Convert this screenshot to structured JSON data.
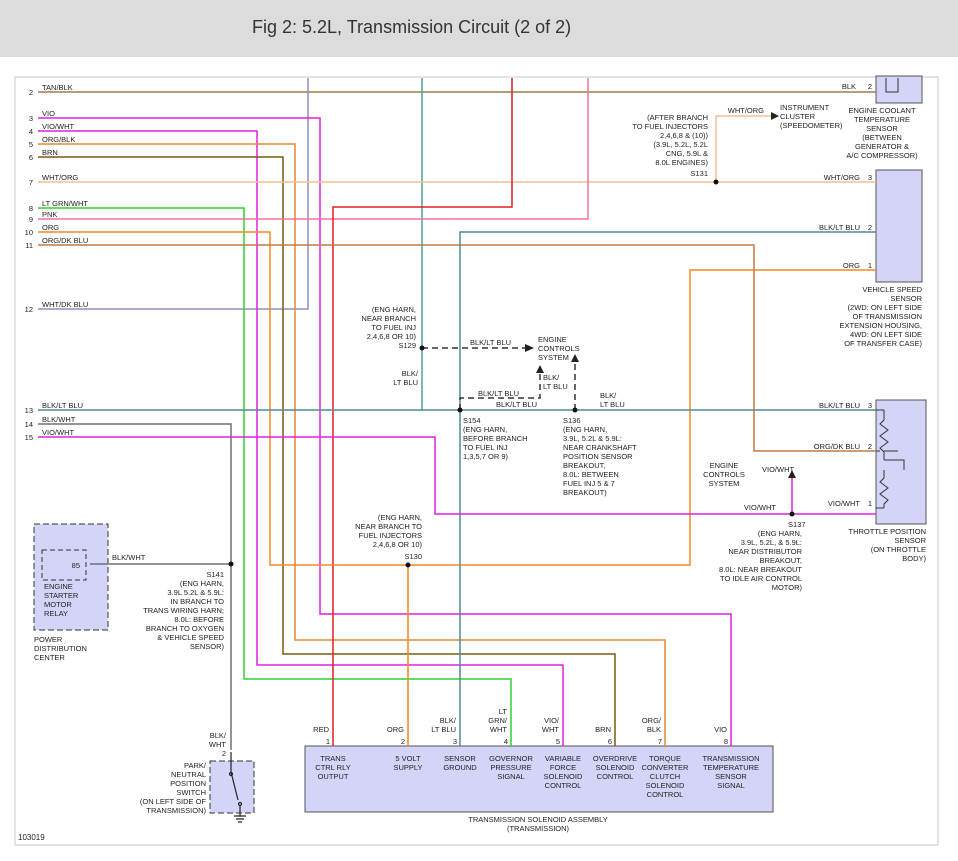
{
  "title": "Fig 2: 5.2L, Transmission Circuit (2 of 2)",
  "figure_number": "103019",
  "colors": {
    "tan_blk": "#a07a50",
    "vio": "#e020e0",
    "org_blk": "#e08a30",
    "brn": "#7a5a10",
    "wht_org": "#f0c090",
    "lt_grn_wht": "#30d030",
    "pnk": "#f070a0",
    "org": "#f08a20",
    "org_dk_blu": "#c07a40",
    "wht_dk_blu": "#9090c0",
    "blk_lt_blu": "#508a98",
    "blk_wht": "#707070",
    "red": "#e02020",
    "teal": "#50a0a0",
    "component": "#d4d4f8"
  },
  "left_wires": [
    {
      "num": "2",
      "label": "TAN/BLK"
    },
    {
      "num": "3",
      "label": "VIO"
    },
    {
      "num": "4",
      "label": "VIO/WHT"
    },
    {
      "num": "5",
      "label": "ORG/BLK"
    },
    {
      "num": "6",
      "label": "BRN"
    },
    {
      "num": "7",
      "label": "WHT/ORG"
    },
    {
      "num": "8",
      "label": "LT GRN/WHT"
    },
    {
      "num": "9",
      "label": "PNK"
    },
    {
      "num": "10",
      "label": "ORG"
    },
    {
      "num": "11",
      "label": "ORG/DK BLU"
    },
    {
      "num": "12",
      "label": "WHT/DK BLU"
    },
    {
      "num": "13",
      "label": "BLK/LT BLU"
    },
    {
      "num": "14",
      "label": "BLK/WHT"
    },
    {
      "num": "15",
      "label": "VIO/WHT"
    }
  ],
  "ect_sensor": {
    "wire_label": "BLK",
    "pin": "2",
    "lines": [
      "ENGINE COOLANT",
      "TEMPERATURE",
      "SENSOR",
      "(BETWEEN",
      "GENERATOR &",
      "A/C COMPRESSOR)"
    ]
  },
  "instrument_cluster": {
    "wire_label": "WHT/ORG",
    "lines": [
      "INSTRUMENT",
      "CLUSTER",
      "(SPEEDOMETER)"
    ]
  },
  "s131": {
    "splice": "S131",
    "note_lines": [
      "(AFTER BRANCH",
      "TO FUEL INJECTORS",
      "2,4,6,8 & (10))",
      "(3.9L, 5.2L, 5.2L",
      "CNG, 5.9L &",
      "8.0L ENGINES)"
    ]
  },
  "vss": {
    "pins": [
      {
        "num": "3",
        "label": "WHT/ORG"
      },
      {
        "num": "2",
        "label": "BLK/LT BLU"
      },
      {
        "num": "1",
        "label": "ORG"
      }
    ],
    "lines": [
      "VEHICLE SPEED",
      "SENSOR",
      "(2WD: ON LEFT SIDE",
      "OF TRANSMISSION",
      "EXTENSION HOUSING,",
      "4WD: ON LEFT SIDE",
      "OF TRANSFER CASE)"
    ]
  },
  "s129": {
    "splice": "S129",
    "note_lines": [
      "(ENG HARN,",
      "NEAR BRANCH",
      "TO FUEL INJ",
      "2,4,6,8 OR 10)"
    ],
    "wire_label": "BLK/LT BLU",
    "wire_label_lower": [
      "BLK/",
      "LT BLU"
    ]
  },
  "ecs_top": {
    "lines": [
      "ENGINE",
      "CONTROLS",
      "SYSTEM"
    ]
  },
  "s154": {
    "splice": "S154",
    "note_lines": [
      "(ENG HARN,",
      "BEFORE BRANCH",
      "TO FUEL INJ",
      "1,3,5,7 OR 9)"
    ],
    "wire_label_a": "BLK/LT BLU",
    "wire_label_b": "BLK/LT BLU"
  },
  "s136": {
    "splice": "S136",
    "note_lines": [
      "(ENG HARN,",
      "3.9L, 5.2L & 5.9L:",
      "NEAR CRANKSHAFT",
      "POSITION SENSOR",
      "BREAKOUT,",
      "8.0L: BETWEEN",
      "FUEL INJ 5 & 7",
      "BREAKOUT)"
    ],
    "wire_label": [
      "BLK/",
      "LT BLU"
    ],
    "wire_label_right": [
      "BLK/",
      "LT BLU"
    ]
  },
  "tps": {
    "pins": [
      {
        "num": "3",
        "label": "BLK/LT BLU"
      },
      {
        "num": "2",
        "label": "ORG/DK BLU"
      },
      {
        "num": "1",
        "label": "VIO/WHT"
      }
    ],
    "lines": [
      "THROTTLE POSITION",
      "SENSOR",
      "(ON THROTTLE",
      "BODY)"
    ]
  },
  "ecs_right": {
    "lines": [
      "ENGINE",
      "CONTROLS",
      "SYSTEM"
    ],
    "wire_label": "VIO/WHT"
  },
  "s137": {
    "splice": "S137",
    "note_lines": [
      "(ENG HARN,",
      "3.9L, 5.2L, & 5.9L:",
      "NEAR DISTRIBUTOR",
      "BREAKOUT,",
      "8.0L: NEAR BREAKOUT",
      "TO IDLE AIR CONTROL",
      "MOTOR)"
    ],
    "wire_label": "VIO/WHT"
  },
  "s130": {
    "splice": "S130",
    "note_lines": [
      "(ENG HARN,",
      "NEAR BRANCH TO",
      "FUEL INJECTORS",
      "2,4,6,8 OR 10)"
    ]
  },
  "pdc": {
    "pin": "85",
    "wire_label": "BLK/WHT",
    "relay_lines": [
      "ENGINE",
      "STARTER",
      "MOTOR",
      "RELAY"
    ],
    "center_lines": [
      "POWER",
      "DISTRIBUTION",
      "CENTER"
    ]
  },
  "s141": {
    "splice": "S141",
    "note_lines": [
      "(ENG HARN,",
      "3.9L 5.2L & 5.9L:",
      "IN BRANCH TO",
      "TRANS WIRING HARN;",
      "8.0L: BEFORE",
      "BRANCH TO OXYGEN",
      "& VEHICLE SPEED",
      "SENSOR)"
    ]
  },
  "pnp": {
    "pin": "2",
    "wire_label": [
      "BLK/",
      "WHT"
    ],
    "lines": [
      "PARK/",
      "NEUTRAL",
      "POSITION",
      "SWITCH",
      "(ON LEFT SIDE OF",
      "TRANSMISSION)"
    ]
  },
  "solenoid_assembly": {
    "lines": [
      "TRANSMISSION SOLENOID ASSEMBLY",
      "(TRANSMISSION)"
    ],
    "pins": [
      {
        "num": "1",
        "wire": [
          "RED"
        ],
        "func": [
          "TRANS",
          "CTRL RLY",
          "OUTPUT"
        ]
      },
      {
        "num": "2",
        "wire": [
          "ORG"
        ],
        "func": [
          "5 VOLT",
          "SUPPLY"
        ]
      },
      {
        "num": "3",
        "wire": [
          "BLK/",
          "LT BLU"
        ],
        "func": [
          "SENSOR",
          "GROUND"
        ]
      },
      {
        "num": "4",
        "wire": [
          "LT",
          "GRN/",
          "WHT"
        ],
        "func": [
          "GOVERNOR",
          "PRESSURE",
          "SIGNAL"
        ]
      },
      {
        "num": "5",
        "wire": [
          "VIO/",
          "WHT"
        ],
        "func": [
          "VARIABLE",
          "FORCE",
          "SOLENOID",
          "CONTROL"
        ]
      },
      {
        "num": "6",
        "wire": [
          "BRN"
        ],
        "func": [
          "OVERDRIVE",
          "SOLENOID",
          "CONTROL"
        ]
      },
      {
        "num": "7",
        "wire": [
          "ORG/",
          "BLK"
        ],
        "func": [
          "TORQUE",
          "CONVERTER",
          "CLUTCH",
          "SOLENOID",
          "CONTROL"
        ]
      },
      {
        "num": "8",
        "wire": [
          "VIO"
        ],
        "func": [
          "TRANSMISSION",
          "TEMPERATURE",
          "SENSOR",
          "SIGNAL"
        ]
      }
    ]
  }
}
